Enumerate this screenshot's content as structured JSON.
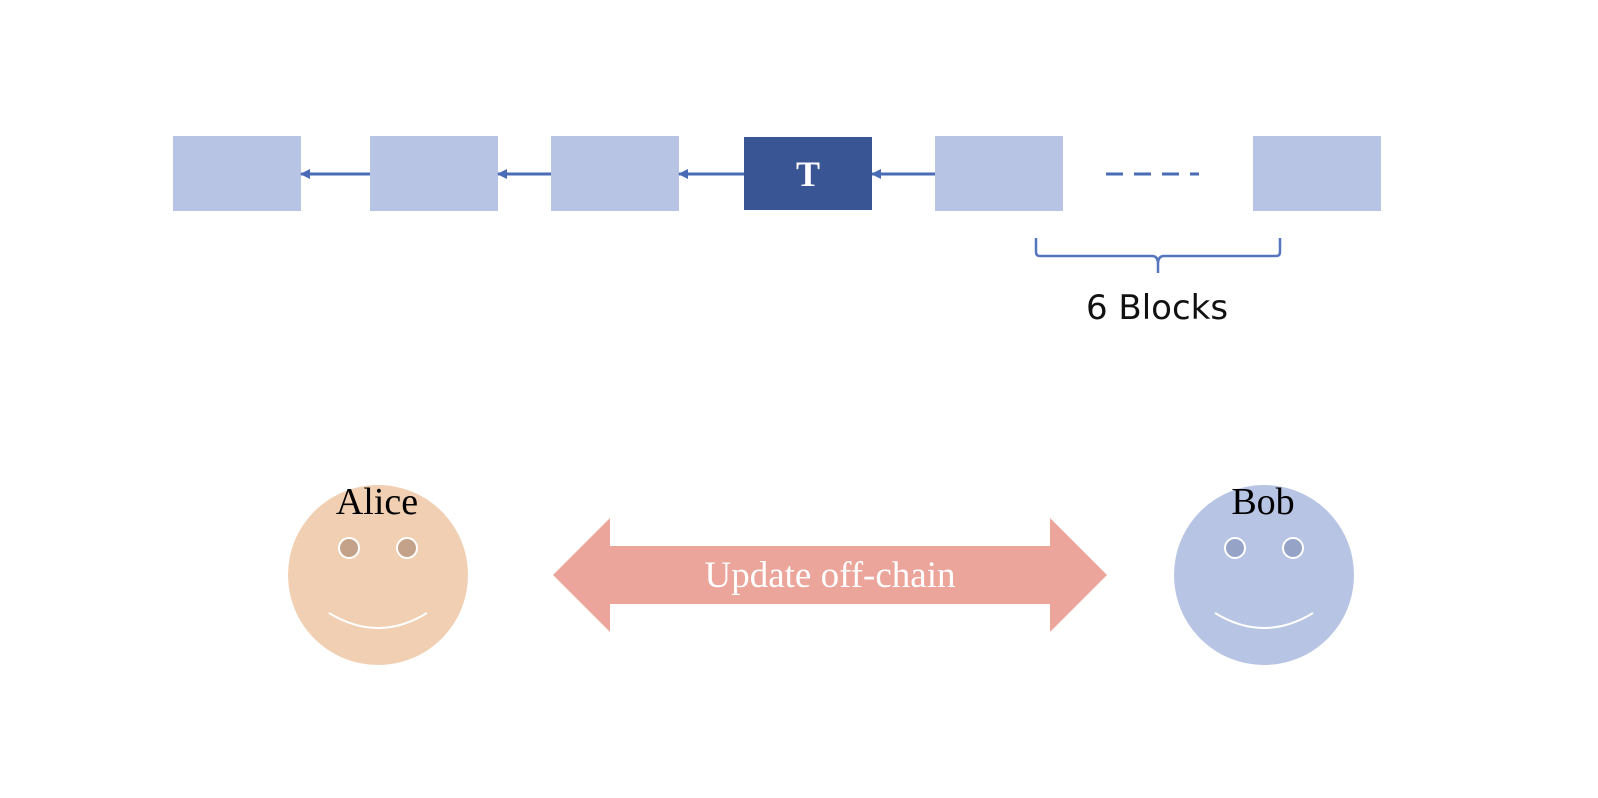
{
  "chain": {
    "blocks": [
      {
        "label": ""
      },
      {
        "label": ""
      },
      {
        "label": ""
      },
      {
        "label": "T",
        "highlight": true
      },
      {
        "label": ""
      },
      {
        "label": ""
      }
    ],
    "brace_label": "6 Blocks"
  },
  "parties": {
    "left": {
      "name": "Alice"
    },
    "right": {
      "name": "Bob"
    }
  },
  "channel": {
    "label": "Update off-chain"
  },
  "colors": {
    "block": "#b7c4e3",
    "block_highlight": "#3a5594",
    "arrow": "#4a6bb5",
    "brace": "#5575bd",
    "alice_face": "#f1cfb2",
    "alice_eye": "#c4a28a",
    "bob_face": "#b7c4e3",
    "bob_eye": "#95a4c6",
    "channel_arrow": "#eba59a"
  }
}
